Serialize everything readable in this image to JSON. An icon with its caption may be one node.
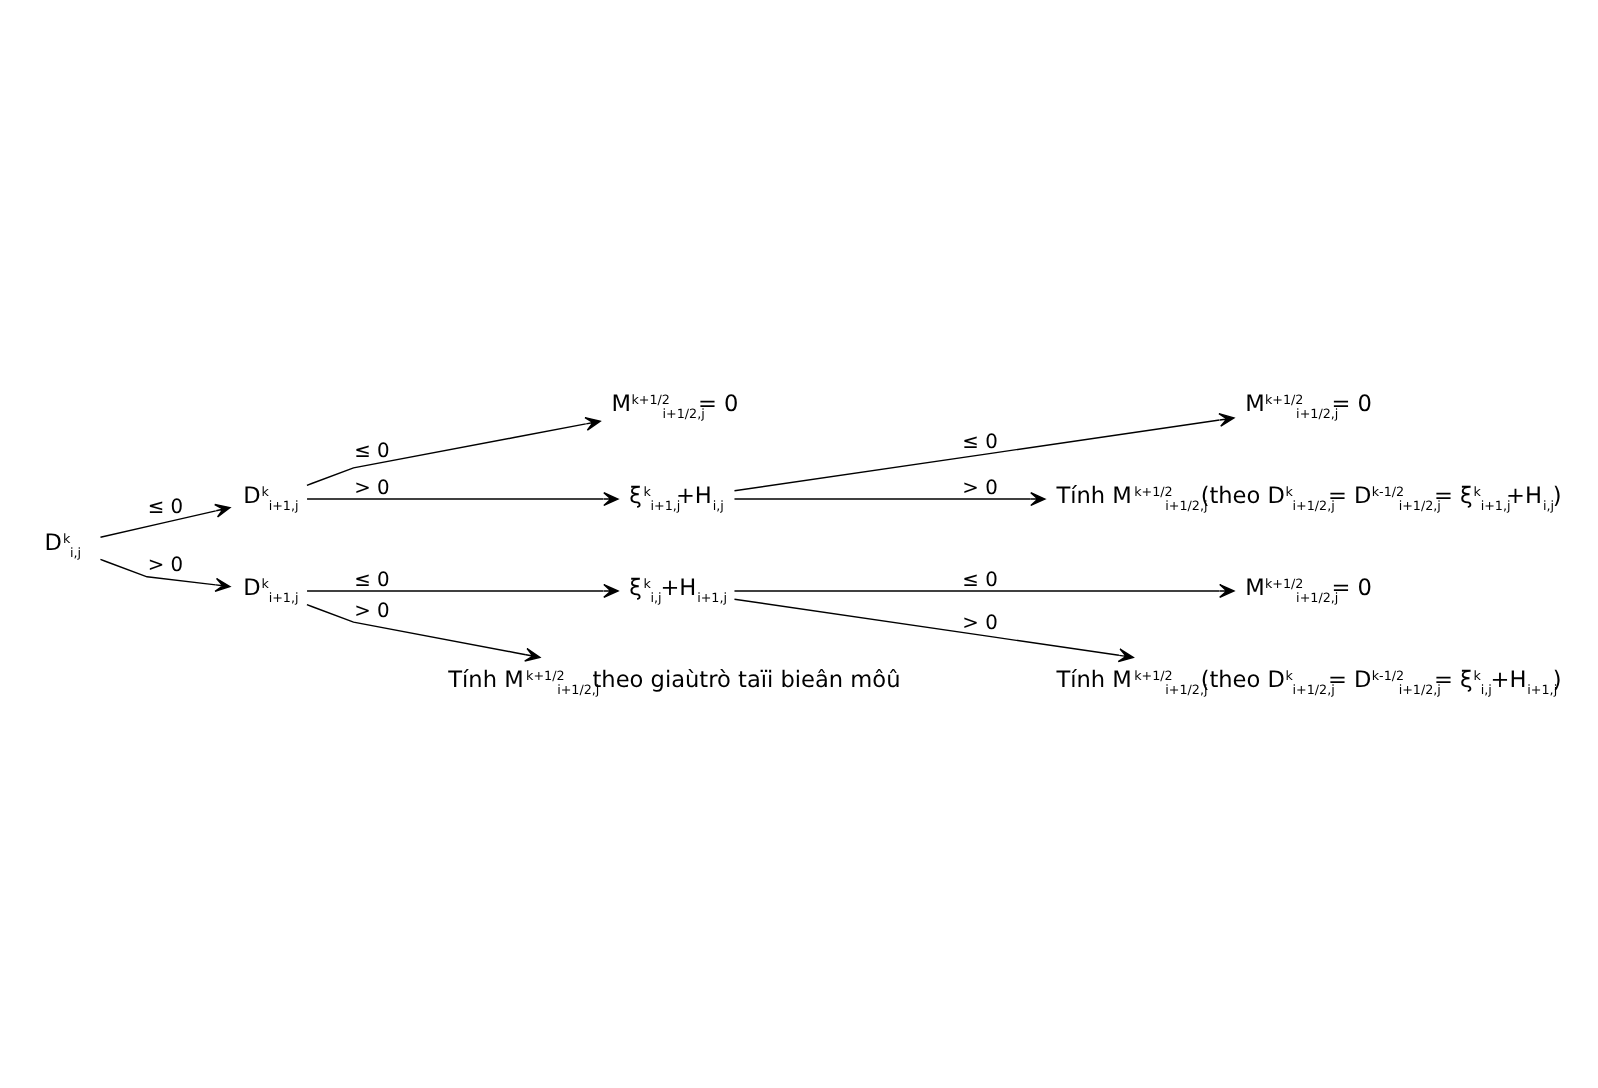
{
  "diagram": {
    "nodes": [
      {
        "text": [
          "D$^{k}$$_{i,j}$"
        ]
      },
      {
        "text": [
          "D$^{k}$$_{i+1,j}$"
        ]
      },
      {
        "text": [
          "M$^{k+1/2}$$_{i+1/2,j}$= 0"
        ]
      },
      {
        "text": [
          "ξ$^{k}$$_{i+1,j}$+H$_{i,j}$"
        ]
      },
      {
        "text": [
          "M$^{k+1/2}$$_{i+1/2,j}$= 0"
        ]
      },
      {
        "text": [
          "Tính M$^{k+1/2}$$_{i+1/2,j}$(theo D$^{k}$$_{i+1/2,j}$= D$^{k-1/2}$$_{i+1/2,j}$= ξ$^{k}$$_{i+1,j}$+H$_{i,j}$)"
        ]
      },
      {
        "text": [
          "D$^{k}$$_{i+1,j}$"
        ]
      },
      {
        "text": [
          "ξ$^{k}$$_{i,j}$+H$_{i+1,j}$"
        ]
      },
      {
        "text": [
          "M$^{k+1/2}$$_{i+1/2,j}$= 0"
        ]
      },
      {
        "text": [
          "Tính M$^{k+1/2}$$_{i+1/2,j}$(theo D$^{k}$$_{i+1/2,j}$= D$^{k-1/2}$$_{i+1/2,j}$= ξ$^{k}$$_{i,j}$+H$_{i+1,j}$)"
        ]
      },
      {
        "text": [
          "Tính M$^{k+1/2}$$_{i+1/2,j}$theo giaùtrò taïi bieân môû"
        ]
      }
    ],
    "edges": [
      {
        "from": 0,
        "to": 1,
        "arrow": "to",
        "label": "≤ 0"
      },
      {
        "from": 1,
        "to": 2,
        "arrow": "to",
        "label": "≤ 0"
      },
      {
        "from": 1,
        "to": 3,
        "arrow": "to",
        "label": "> 0"
      },
      {
        "from": 3,
        "to": 4,
        "arrow": "to",
        "label": "≤ 0"
      },
      {
        "from": 3,
        "to": 5,
        "arrow": "to",
        "label": "> 0"
      },
      {
        "from": 0,
        "to": 6,
        "arrow": "to",
        "label": "> 0"
      },
      {
        "from": 6,
        "to": 7,
        "arrow": "to",
        "label": "≤ 0"
      },
      {
        "from": 7,
        "to": 8,
        "arrow": "to",
        "label": "≤ 0"
      },
      {
        "from": 7,
        "to": 9,
        "arrow": "to",
        "label": "> 0"
      },
      {
        "from": 6,
        "to": 10,
        "arrow": "to",
        "label": "> 0"
      }
    ]
  }
}
